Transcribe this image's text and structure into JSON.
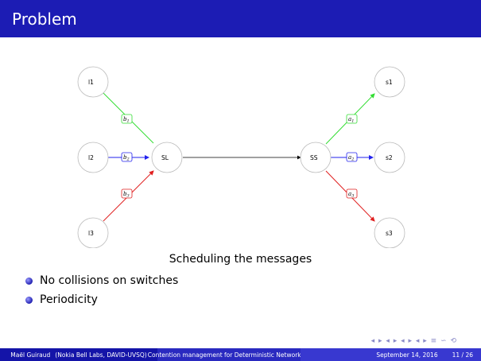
{
  "title": "Problem",
  "diagram": {
    "nodes": {
      "l1": "l1",
      "l2": "l2",
      "l3": "l3",
      "SL": "SL",
      "SS": "SS",
      "s1": "s1",
      "s2": "s2",
      "s3": "s3"
    },
    "edge_labels": {
      "b1": "b",
      "b1_sub": "1",
      "b2": "b",
      "b2_sub": "2",
      "b3": "b",
      "b3_sub": "3",
      "a1": "a",
      "a1_sub": "1",
      "a2": "a",
      "a2_sub": "2",
      "a3": "a",
      "a3_sub": "3"
    },
    "colors": {
      "green": "#33dd33",
      "blue": "#2222ee",
      "red": "#e02020",
      "black": "#000000"
    }
  },
  "caption": "Scheduling the messages",
  "bullets": [
    "No collisions on switches",
    "Periodicity"
  ],
  "footer": {
    "author": "Maël Guiraud",
    "affiliation": "(Nokia Bell Labs, DAVID-UVSQ)",
    "talk_title": "Contention management for Deterministic Networking",
    "date": "September 14, 2016",
    "page": "11 / 26"
  },
  "nav_symbols": "◂ ▸ ◂ ▸ ◂ ▸ ◂ ▸ ≡ ∽ ⟲"
}
